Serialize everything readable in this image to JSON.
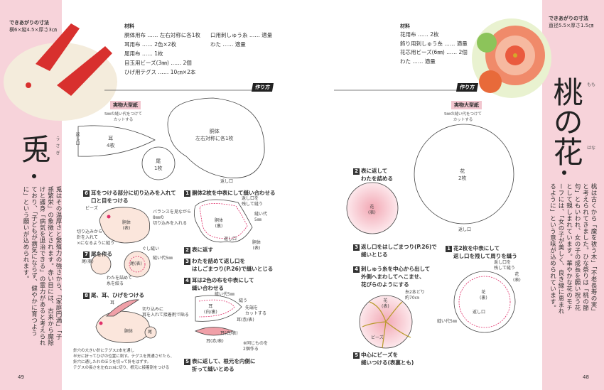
{
  "left_page": {
    "size_label": "できあがりの寸法",
    "size_value": "横6×縦4.5×厚さ3㎝",
    "title": "兎",
    "title_ruby": "うさぎ",
    "description": "兎はその温厚さと繁殖力の強さから、「家庭円満」「子孫繁栄」の象徴とされます。赤い目には、古来から魔除けと護身「病気を退治できる」の霊力があると考えられており、「子どもが病気にならず、健やかに育つように」という願いが込められます。",
    "materials_heading": "材料",
    "materials": [
      "胴体用布 …… 左右対称に各1枚",
      "耳用布 …… 2色×2枚",
      "尾用布 …… 1枚",
      "目玉用ビーズ(3㎜) …… 2個",
      "ひげ用テグス …… 10㎝×2本"
    ],
    "materials_col2": [
      "口用刺しゅう糸 …… 適量",
      "わた …… 適量"
    ],
    "howto_tag": "作り方",
    "pattern_label": "実物大型紙",
    "pattern_note": [
      "5㎜の縫い代をつけて",
      "カットする"
    ],
    "patterns": {
      "ear": [
        "耳",
        "4枚"
      ],
      "ear_opening": "返し口",
      "body": [
        "胴体",
        "左右対称に各1枚"
      ],
      "body_opening": "返し口",
      "tail": [
        "尾",
        "1枚"
      ]
    },
    "steps": [
      {
        "n": "1",
        "text": [
          "胴体2枚を中表にして縫い合わせる"
        ]
      },
      {
        "n": "2",
        "text": [
          "表に返す"
        ]
      },
      {
        "n": "3",
        "text": [
          "わたを詰めて返し口を",
          "はしごまつり(P.26)で縫いとじる"
        ]
      },
      {
        "n": "4",
        "text": [
          "耳は2色の布を中表にして",
          "縫い合わせる"
        ]
      },
      {
        "n": "5",
        "text": [
          "表に返して、根元を内側に",
          "折って縫いとめる"
        ]
      },
      {
        "n": "6",
        "text": [
          "耳をつける部分に切り込みを入れて",
          "口と目をつける"
        ]
      },
      {
        "n": "7",
        "text": [
          "尾を作る"
        ]
      },
      {
        "n": "8",
        "text": [
          "尾、耳、ひげをつける"
        ]
      }
    ],
    "labels": {
      "s1_open_leave": [
        "返し口を",
        "残して縫う"
      ],
      "s1_seam": [
        "縫い代",
        "5㎜"
      ],
      "s1_body_back": [
        "胴体",
        "(裏)"
      ],
      "s1_open": "返し口",
      "s1_body_front": [
        "胴体",
        "(表)"
      ],
      "s4_seam": "縫い代5㎜",
      "s4_sew": "縫う",
      "s4_cut": [
        "先端を",
        "カットする"
      ],
      "s4_ear_back": [
        "耳",
        "(白/裏)"
      ],
      "s4_ear_red": "耳(赤/表)",
      "s5_ear_white": "耳(白/表)",
      "s5_ear_red": "耳(赤/表)",
      "s5_note": [
        "※同じものを",
        "2個作る"
      ],
      "s6_beads": "ビーズ",
      "s6_balance": [
        "バランスを見ながら",
        "8㎜の",
        "切り込みを入れる"
      ],
      "s6_body": [
        "胴体",
        "(表)"
      ],
      "s6_needle": [
        "切り込みから",
        "針を入れて",
        "×になるように縫う"
      ],
      "s7_tail": "尾(表)",
      "s7_stuff": [
        "わたを詰めて",
        "糸を絞る"
      ],
      "s7_running": "ぐし縫い",
      "s7_seam": "縫い代5㎜",
      "s7_tail2": "尾(表)",
      "s8_ear": "耳",
      "s8_glue": [
        "切り込みに",
        "耳を入れて接着剤で貼る"
      ],
      "s8_body": "胴体",
      "s8_tail": "尾",
      "s8_note": [
        "針穴の大きい針にテグス2本を通し",
        "半分に折ってひげの位置に刺す。テグスを貫通させたら、",
        "針穴に通したわのほうを切って針をはずす。",
        "テグスの長さを左右2㎝に切り、根元に接着剤をつける"
      ]
    },
    "page_number": "49"
  },
  "right_page": {
    "size_label": "できあがりの寸法",
    "size_value": "直径5.5×厚さ1.5㎝",
    "title": "桃の花",
    "title_ruby": [
      "もも",
      "はな"
    ],
    "description": "桃は古くから「魔を祓う木」「不老長寿の実」と考えられてきました。ひな祭りは「桃の節句」ともいわれ、女の子の成長を願い祝う花として親しまれています。華やかな花のモチーフには、「女の子が美しく、良き縁に恵まれるように」という意味が込められています。",
    "materials_heading": "材料",
    "materials": [
      "花用布 …… 2枚",
      "飾り用刺しゅう糸 …… 適量",
      "花芯用ビーズ(6㎜) …… 2個",
      "わた …… 適量"
    ],
    "howto_tag": "作り方",
    "pattern_label": "実物大型紙",
    "pattern_note": [
      "5㎜の縫い代をつけて",
      "カットする"
    ],
    "pattern_flower": [
      "花",
      "2枚"
    ],
    "pattern_opening": "返し口",
    "steps": [
      {
        "n": "1",
        "text": [
          "花2枚を中表にして",
          "返し口を残して周りを縫う"
        ]
      },
      {
        "n": "2",
        "text": [
          "表に返して",
          "わたを詰める"
        ]
      },
      {
        "n": "3",
        "text": [
          "返し口をはしごまつり(P.26)で",
          "縫いとじる"
        ]
      },
      {
        "n": "4",
        "text": [
          "刺しゅう糸を中心から出して",
          "外側へまわしてへこませ、",
          "花びらのようにする"
        ]
      },
      {
        "n": "5",
        "text": [
          "中心にビーズを",
          "縫いつける(表裏とも)"
        ]
      }
    ],
    "labels": {
      "s1_leave": [
        "返し口を",
        "残して縫う"
      ],
      "s1_front": [
        "花",
        "(表)"
      ],
      "s1_back": [
        "花",
        "(裏)"
      ],
      "s1_open": "返し口",
      "s1_seam": "縫い代5㎜",
      "s2_front": [
        "花",
        "(表)"
      ],
      "s4_thread": [
        "糸2本どり",
        "約70㎝"
      ],
      "s4_front": [
        "花",
        "(表)"
      ],
      "s4_beads": "ビーズ"
    },
    "page_number": "48"
  },
  "colors": {
    "pink": "#f7d3da",
    "accent": "#e0306a",
    "dark": "#222222"
  }
}
